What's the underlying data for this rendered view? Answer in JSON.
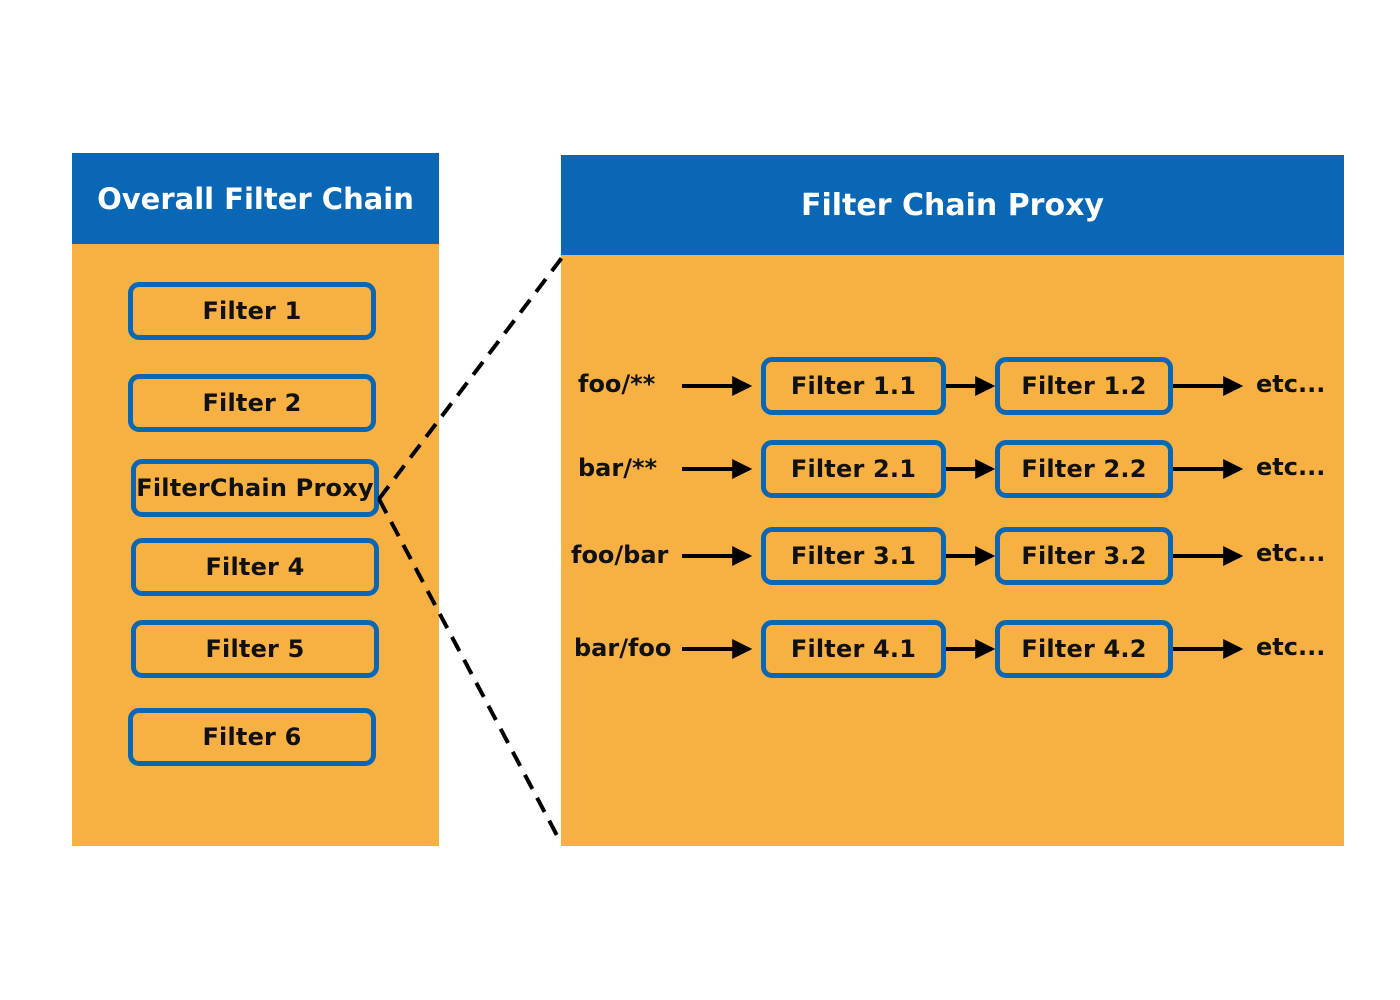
{
  "colors": {
    "header": "#0a67b5",
    "panel": "#f7b142",
    "border": "#0a67b5",
    "text": "#111111"
  },
  "overall_chain": {
    "title": "Overall Filter Chain",
    "filters": [
      "Filter 1",
      "Filter 2",
      "FilterChain Proxy",
      "Filter 4",
      "Filter 5",
      "Filter 6"
    ]
  },
  "proxy": {
    "title": "Filter Chain Proxy",
    "routes": [
      {
        "pattern": "foo/**",
        "filters": [
          "Filter 1.1",
          "Filter 1.2"
        ],
        "etc": "etc..."
      },
      {
        "pattern": "bar/**",
        "filters": [
          "Filter 2.1",
          "Filter 2.2"
        ],
        "etc": "etc..."
      },
      {
        "pattern": "foo/bar",
        "filters": [
          "Filter 3.1",
          "Filter 3.2"
        ],
        "etc": "etc..."
      },
      {
        "pattern": "bar/foo",
        "filters": [
          "Filter 4.1",
          "Filter 4.2"
        ],
        "etc": "etc..."
      }
    ]
  }
}
